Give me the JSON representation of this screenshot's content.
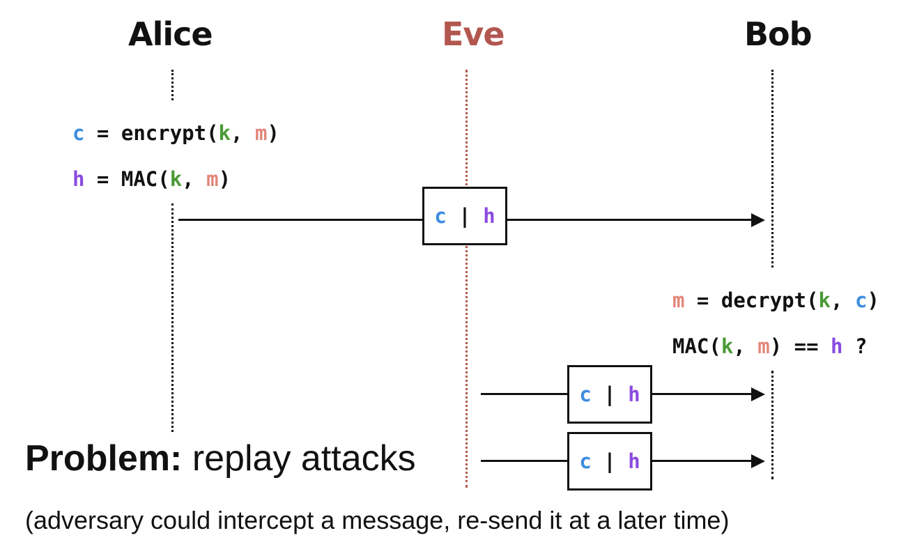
{
  "colors": {
    "ciphertext": "#3f8de0",
    "mac": "#8a4be0",
    "key": "#4a9a35",
    "message": "#e3867a",
    "eve": "#b2574f",
    "text": "#111111"
  },
  "parties": {
    "alice": "Alice",
    "eve": "Eve",
    "bob": "Bob"
  },
  "tokens": {
    "c": "c",
    "h": "h",
    "k": "k",
    "m": "m",
    "eq": " = ",
    "comma": ", ",
    "rparen": ")",
    "encrypt": "encrypt(",
    "mac_fn": "MAC(",
    "decrypt": "decrypt(",
    "eqeq": " == ",
    "question": " ?",
    "separator": " | "
  },
  "problem": {
    "label": "Problem:",
    "text": " replay attacks"
  },
  "note": "(adversary could intercept a message, re-send it at a later time)"
}
